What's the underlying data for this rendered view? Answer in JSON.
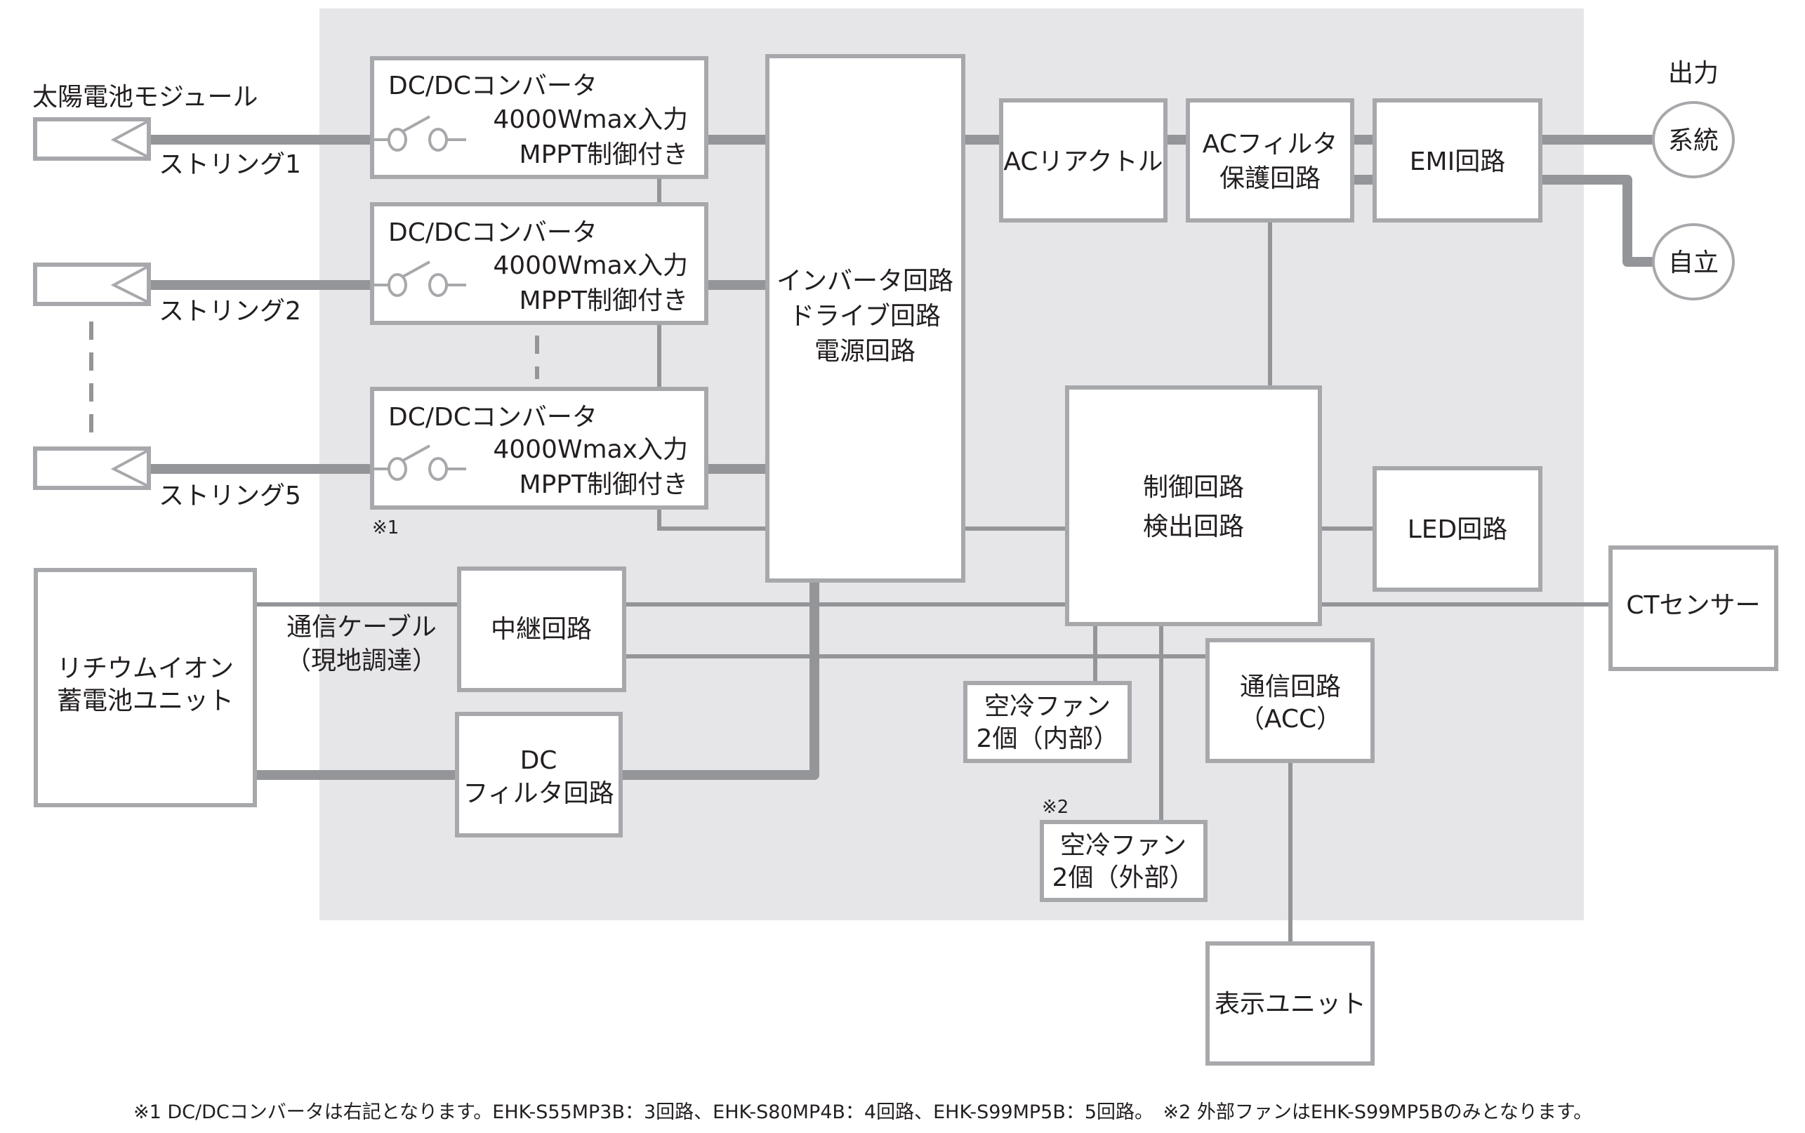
{
  "diagram": {
    "solar_module_label": "太陽電池モジュール",
    "strings": [
      {
        "label": "ストリング1"
      },
      {
        "label": "ストリング2"
      },
      {
        "label": "ストリング5"
      }
    ],
    "dcdc_converters": [
      {
        "title": "DC/DCコンバータ",
        "line1": "4000Wmax入力",
        "line2": "MPPT制御付き"
      },
      {
        "title": "DC/DCコンバータ",
        "line1": "4000Wmax入力",
        "line2": "MPPT制御付き"
      },
      {
        "title": "DC/DCコンバータ",
        "line1": "4000Wmax入力",
        "line2": "MPPT制御付き"
      }
    ],
    "note1_marker": "※1",
    "note2_marker": "※2",
    "inverter": {
      "line1": "インバータ回路",
      "line2": "ドライブ回路",
      "line3": "電源回路"
    },
    "ac_reactor": "ACリアクトル",
    "ac_filter": {
      "line1": "ACフィルタ",
      "line2": "保護回路"
    },
    "emi": "EMI回路",
    "output_label": "出力",
    "outputs": [
      {
        "label": "系統"
      },
      {
        "label": "自立"
      }
    ],
    "control": {
      "line1": "制御回路",
      "line2": "検出回路"
    },
    "led": "LED回路",
    "ct_sensor": "CTセンサー",
    "battery": {
      "line1": "リチウムイオン",
      "line2": "蓄電池ユニット"
    },
    "comm_cable": {
      "line1": "通信ケーブル",
      "line2": "（現地調達）"
    },
    "relay": "中継回路",
    "dc_filter": {
      "line1": "DC",
      "line2": "フィルタ回路"
    },
    "fan_internal": {
      "line1": "空冷ファン",
      "line2": "2個（内部）"
    },
    "fan_external": {
      "line1": "空冷ファン",
      "line2": "2個（外部）"
    },
    "comm_circuit": {
      "line1": "通信回路",
      "line2": "（ACC）"
    },
    "display_unit": "表示ユニット",
    "footnote": "※1 DC/DCコンバータは右記となります。EHK-S55MP3B：3回路、EHK-S80MP4B：4回路、EHK-S99MP5B：5回路。　※2 外部ファンはEHK-S99MP5Bのみとなります。"
  },
  "colors": {
    "panel": "#e6e6e8",
    "box_border": "#a7a8ab",
    "line": "#939598",
    "text": "#231f20"
  }
}
